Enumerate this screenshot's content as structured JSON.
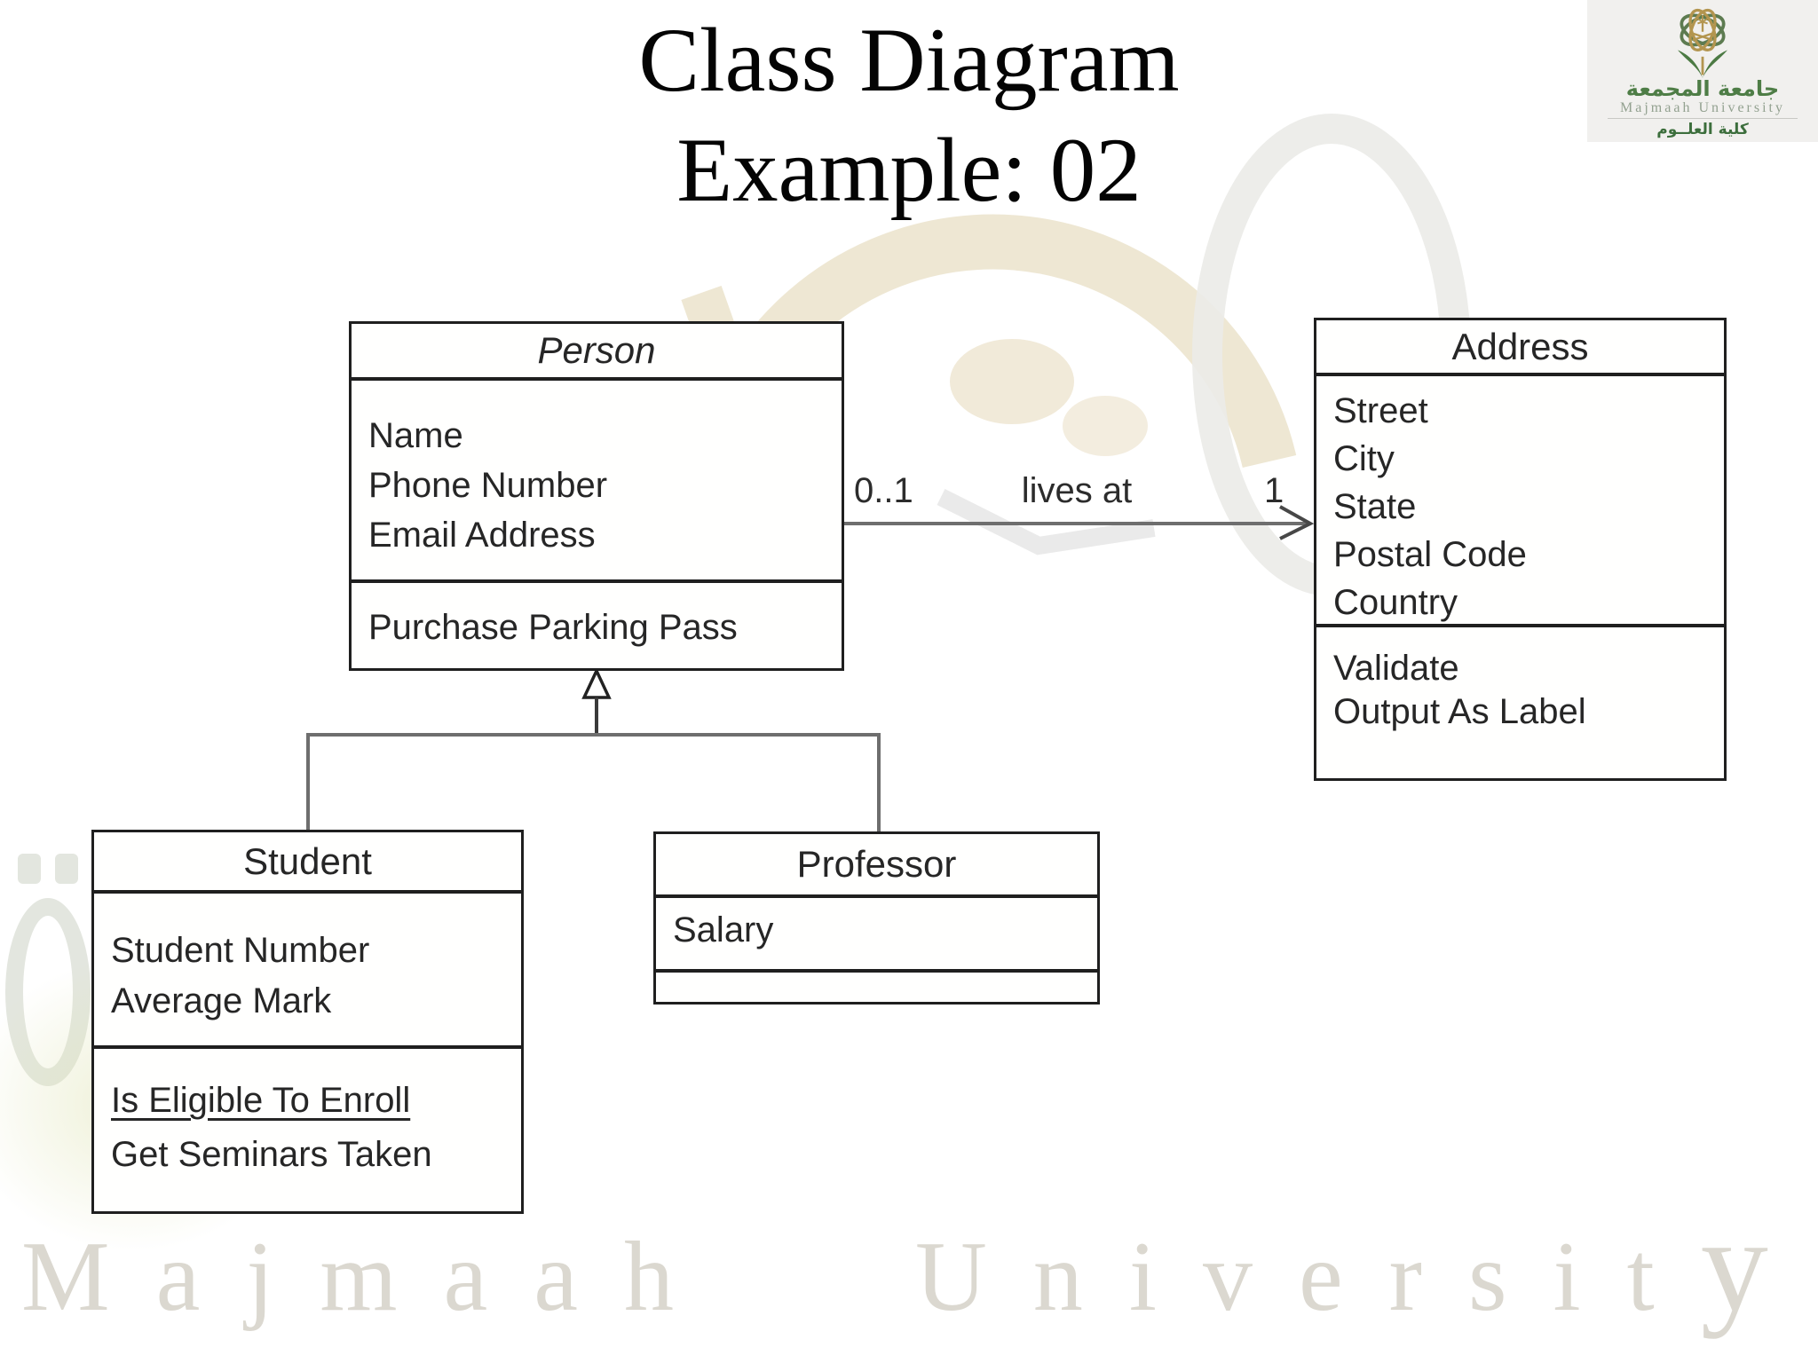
{
  "slide": {
    "title_line1": "Class Diagram",
    "title_line2": "Example: 02"
  },
  "logo": {
    "university_arabic": "جامعة المجمعة",
    "university_english": "Majmaah University",
    "college_arabic": "كلية العلــوم"
  },
  "background_watermark": {
    "segment1": "Majmaah",
    "segment2": "Universit",
    "segment3": "y"
  },
  "diagram": {
    "classes": [
      {
        "name": "Person",
        "attributes": [
          "Name",
          "Phone Number",
          "Email Address"
        ],
        "operations": [
          "Purchase Parking Pass"
        ]
      },
      {
        "name": "Address",
        "attributes": [
          "Street",
          "City",
          "State",
          "Postal Code",
          "Country"
        ],
        "operations": [
          "Validate",
          "Output As Label"
        ]
      },
      {
        "name": "Student",
        "attributes": [
          "Student Number",
          "Average Mark"
        ],
        "operations": [
          "Is Eligible To Enroll",
          "Get Seminars Taken"
        ]
      },
      {
        "name": "Professor",
        "attributes": [
          "Salary"
        ],
        "operations": []
      }
    ],
    "association": {
      "from_multiplicity": "0..1",
      "label": "lives at",
      "to_multiplicity": "1"
    }
  },
  "colors": {
    "uml_border": "#1f1f1f",
    "connector_gray": "#6e6e6e",
    "logo_green": "#4e7d46",
    "logo_gold": "#b3954f",
    "watermark_tan": "#cdb97f"
  }
}
